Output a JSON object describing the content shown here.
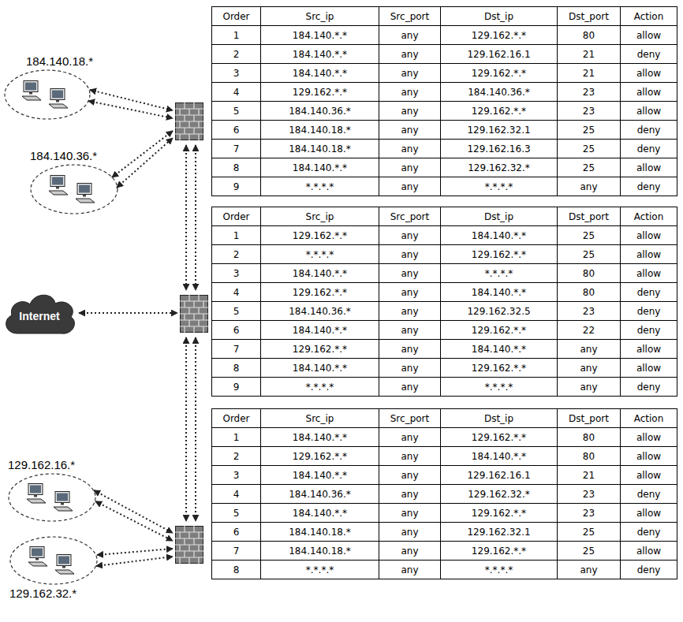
{
  "diagram": {
    "nodes": [
      {
        "text": [
          "184.140.18.*"
        ]
      },
      {
        "text": [
          "184.140.36.*"
        ]
      },
      {
        "text": [
          "Internet"
        ]
      },
      {
        "text": [
          "129.162.16.*"
        ]
      },
      {
        "text": [
          "129.162.32.*"
        ]
      }
    ],
    "labels": [
      "Order",
      "Src_ip",
      "Src_port",
      "Dst_ip",
      "Dst_port",
      "Action",
      "1",
      "184.140.*.*",
      "any",
      "129.162.*.*",
      "80",
      "allow",
      "2",
      "184.140.*.*",
      "any",
      "129.162.16.1",
      "21",
      "deny",
      "3",
      "184.140.*.*",
      "any",
      "129.162.*.*",
      "21",
      "allow",
      "4",
      "129.162.*.*",
      "any",
      "184.140.36.*",
      "23",
      "allow",
      "5",
      "184.140.36.*",
      "any",
      "129.162.*.*",
      "23",
      "allow",
      "6",
      "184.140.18.*",
      "any",
      "129.162.32.1",
      "25",
      "deny",
      "7",
      "184.140.18.*",
      "any",
      "129.162.16.3",
      "25",
      "deny",
      "8",
      "184.140.*.*",
      "any",
      "129.162.32.*",
      "25",
      "allow",
      "9",
      "*.*.*.*",
      "any",
      "*.*.*.*",
      "any",
      "deny",
      "Order",
      "Src_ip",
      "Src_port",
      "Dst_ip",
      "Dst_port",
      "Action",
      "1",
      "129.162.*.*",
      "any",
      "184.140.*.*",
      "25",
      "allow",
      "2",
      "*.*.*.*",
      "any",
      "129.162.*.*",
      "25",
      "allow",
      "3",
      "184.140.*.*",
      "any",
      "*.*.*.*",
      "80",
      "allow",
      "4",
      "129.162.*.*",
      "any",
      "184.140.*.*",
      "80",
      "deny",
      "5",
      "184.140.36.*",
      "any",
      "129.162.32.5",
      "23",
      "deny",
      "6",
      "184.140.*.*",
      "any",
      "129.162.*.*",
      "22",
      "deny",
      "7",
      "129.162.*.*",
      "any",
      "184.140.*.*",
      "any",
      "allow",
      "8",
      "184.140.*.*",
      "any",
      "129.162.*.*",
      "any",
      "allow",
      "9",
      "*.*.*.*",
      "any",
      "*.*.*.*",
      "any",
      "deny",
      "Order",
      "Src_ip",
      "Src_port",
      "Dst_ip",
      "Dst_port",
      "Action",
      "1",
      "184.140.*.*",
      "any",
      "129.162.*.*",
      "80",
      "allow",
      "2",
      "129.162.*.*",
      "any",
      "184.140.*.*",
      "80",
      "allow",
      "3",
      "184.140.*.*",
      "any",
      "129.162.16.1",
      "21",
      "allow",
      "4",
      "184.140.36.*",
      "any",
      "129.162.32.*",
      "23",
      "deny",
      "5",
      "184.140.*.*",
      "any",
      "129.162.*.*",
      "23",
      "allow",
      "6",
      "184.140.18.*",
      "any",
      "129.162.32.1",
      "25",
      "deny",
      "7",
      "184.140.18.*",
      "any",
      "129.162.*.*",
      "25",
      "allow",
      "8",
      "*.*.*.*",
      "any",
      "*.*.*.*",
      "any",
      "deny"
    ]
  }
}
